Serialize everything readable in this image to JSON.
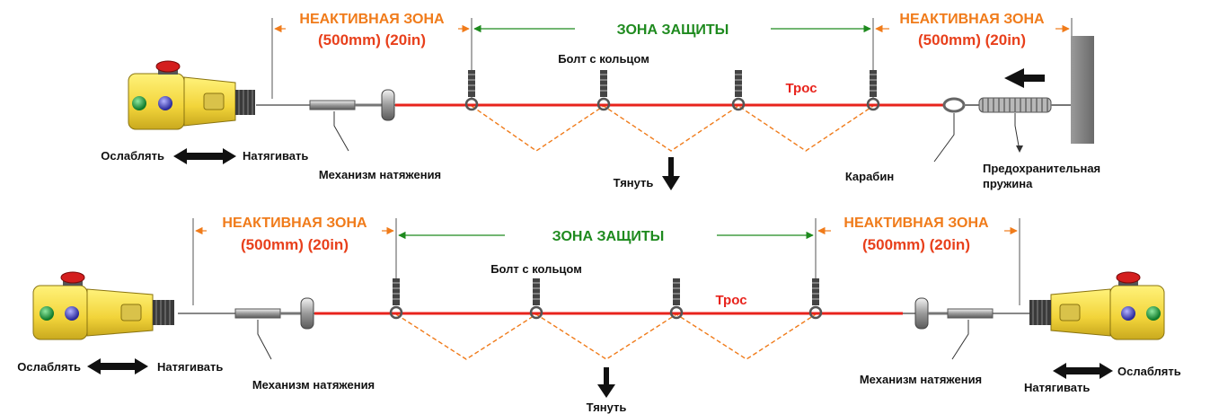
{
  "top": {
    "inactive_left": "НЕАКТИВНАЯ ЗОНА",
    "inactive_left_dims": "(500mm)  (20in)",
    "protection_zone": "ЗОНА ЗАЩИТЫ",
    "inactive_right": "НЕАКТИВНАЯ ЗОНА",
    "inactive_right_dims": "(500mm)  (20in)",
    "eyebolt": "Болт с кольцом",
    "cable": "Трос",
    "loosen": "Ослаблять",
    "tighten": "Натягивать",
    "tension_mechanism": "Механизм  натяжения",
    "pull": "Тянуть",
    "carabiner": "Карабин",
    "safety_spring_1": "Предохранительная",
    "safety_spring_2": "пружина"
  },
  "bottom": {
    "inactive_left": "НЕАКТИВНАЯ ЗОНА",
    "inactive_left_dims": "(500mm)  (20in)",
    "protection_zone": "ЗОНА ЗАЩИТЫ",
    "inactive_right": "НЕАКТИВНАЯ ЗОНА",
    "inactive_right_dims": "(500mm)  (20in)",
    "eyebolt": "Болт с кольцом",
    "cable": "Трос",
    "loosen_left": "Ослаблять",
    "tighten_left": "Натягивать",
    "tension_mechanism_left": "Механизм  натяжения",
    "pull": "Тянуть",
    "tension_mechanism_right": "Механизм  натяжения",
    "loosen_right": "Ослаблять",
    "tighten_right": "Натягивать"
  },
  "colors": {
    "cable": "#e8231c",
    "inactive_zone": "#f07b1a",
    "dims": "#e8401c",
    "protection_zone": "#1e8a1e",
    "switch_body": "#f2d43a",
    "green_button": "#19a03a",
    "blue_button": "#3b3ad0",
    "estop": "#d41e1e"
  }
}
